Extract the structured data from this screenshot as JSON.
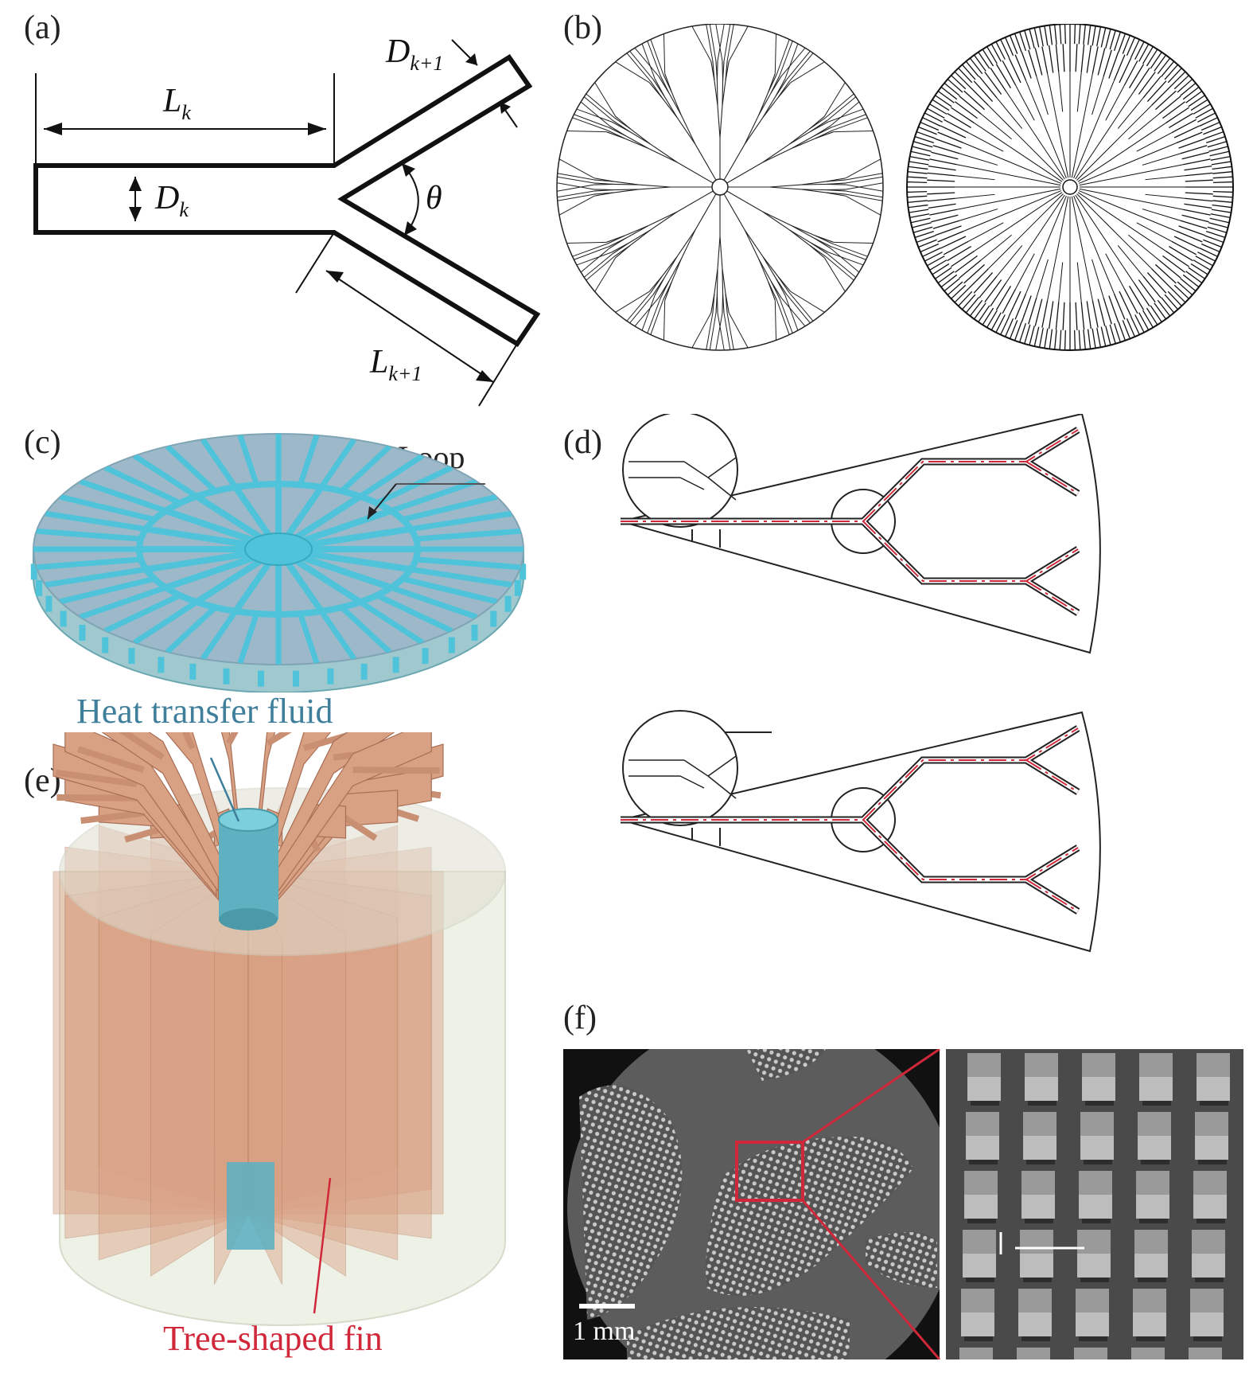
{
  "panels": {
    "a": {
      "label": "(a)",
      "symbols": {
        "L": "L",
        "D": "D",
        "k": "k",
        "k1": "k+1",
        "theta": "θ"
      }
    },
    "b": {
      "label": "(b)"
    },
    "c": {
      "label": "(c)",
      "annotation": "Loop"
    },
    "d": {
      "label": "(d)"
    },
    "e": {
      "label": "(e)",
      "annotation_top": "Heat transfer fluid",
      "annotation_bottom": "Tree-shaped fin"
    },
    "f": {
      "label": "(f)",
      "scale_text": "1 mm"
    }
  },
  "colors": {
    "ink": "#111111",
    "fluid_blue": "#3f7f9b",
    "channel_cyan": "#4fc3d9",
    "fin_copper": "#d9a184",
    "accent_red": "#d0283a",
    "sem_gray": "#4a4a4a"
  },
  "icons": [
    "dimension-arrow",
    "angle-arc",
    "zoom-circle",
    "scale-bar"
  ]
}
